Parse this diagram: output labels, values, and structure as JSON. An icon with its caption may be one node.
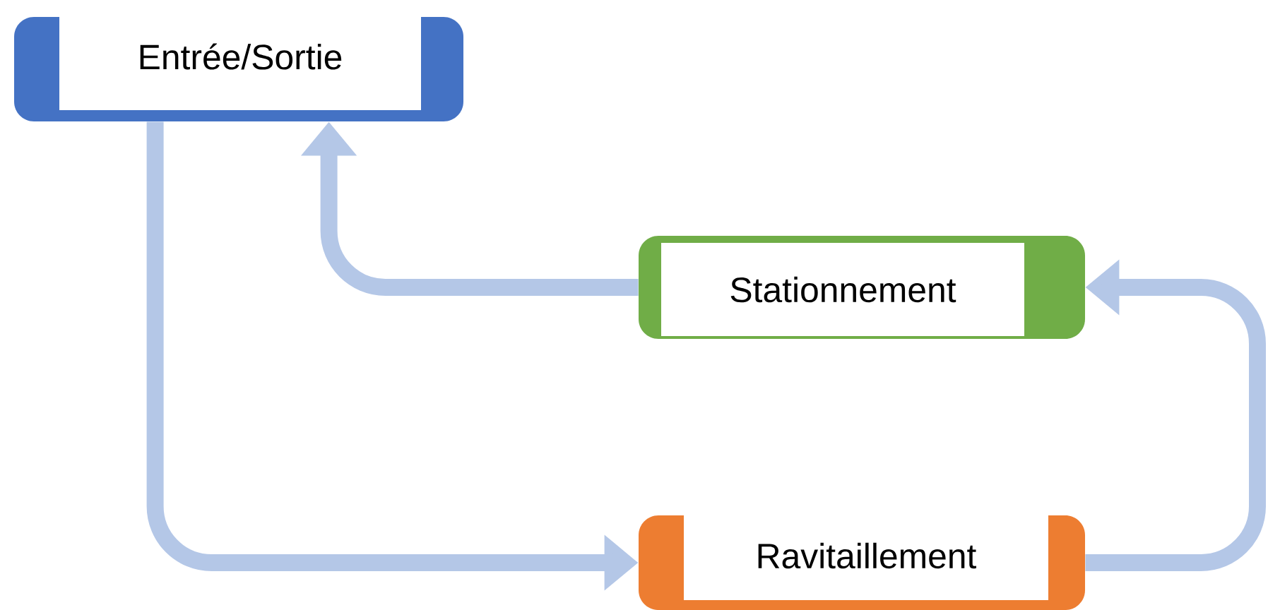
{
  "diagram": {
    "nodes": [
      {
        "text": [
          "Entrée/Sortie"
        ]
      },
      {
        "text": [
          "Stationnement"
        ]
      },
      {
        "text": [
          "Ravitaillement"
        ]
      }
    ],
    "edges": [
      {
        "from": 0,
        "to": 2,
        "arrow": "to"
      },
      {
        "from": 1,
        "to": 0,
        "arrow": "to"
      },
      {
        "from": 2,
        "to": 1,
        "arrow": "to"
      }
    ]
  }
}
